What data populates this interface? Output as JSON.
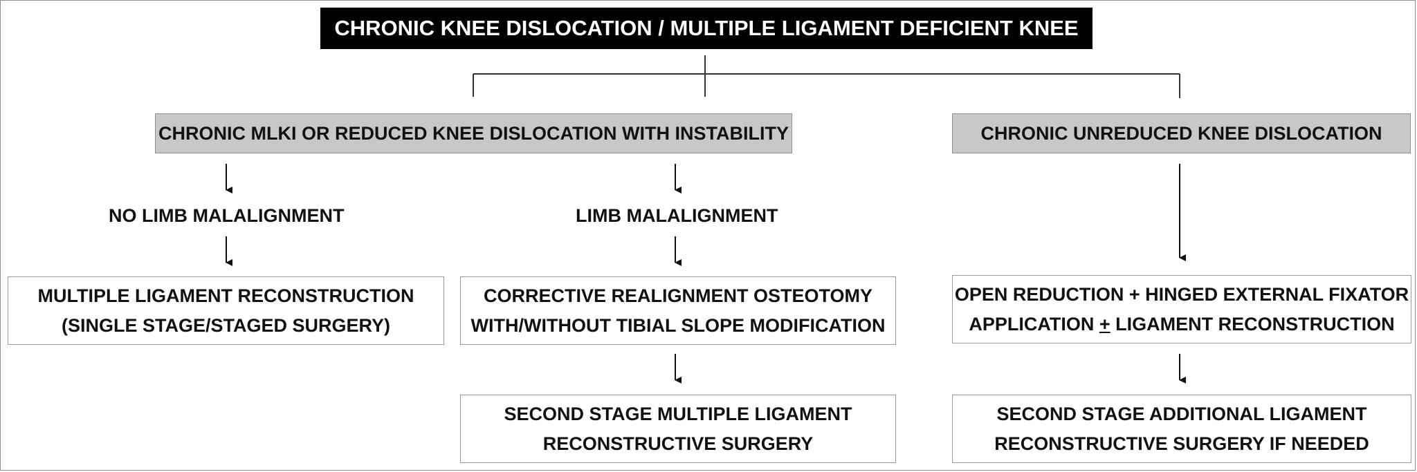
{
  "title": "CHRONIC KNEE DISLOCATION / MULTIPLE LIGAMENT DEFICIENT KNEE",
  "branches": {
    "left": {
      "header": "CHRONIC MLKI OR REDUCED KNEE DISLOCATION WITH INSTABILITY",
      "no_malalignment": {
        "label": "NO LIMB MALALIGNMENT",
        "treatment": [
          "MULTIPLE LIGAMENT RECONSTRUCTION",
          "(SINGLE STAGE/STAGED SURGERY)"
        ]
      },
      "malalignment": {
        "label": "LIMB MALALIGNMENT",
        "treatment": [
          "CORRECTIVE REALIGNMENT OSTEOTOMY",
          "WITH/WITHOUT TIBIAL SLOPE MODIFICATION"
        ],
        "second_stage": [
          "SECOND STAGE MULTIPLE LIGAMENT",
          "RECONSTRUCTIVE SURGERY"
        ]
      }
    },
    "right": {
      "header": "CHRONIC UNREDUCED KNEE DISLOCATION",
      "treatment": {
        "line1": "OPEN REDUCTION + HINGED EXTERNAL FIXATOR",
        "line2_pre": "APPLICATION ",
        "line2_symbol": "+",
        "line2_post": " LIGAMENT RECONSTRUCTION"
      },
      "second_stage": [
        "SECOND STAGE ADDITIONAL LIGAMENT",
        "RECONSTRUCTIVE SURGERY IF NEEDED"
      ]
    }
  }
}
